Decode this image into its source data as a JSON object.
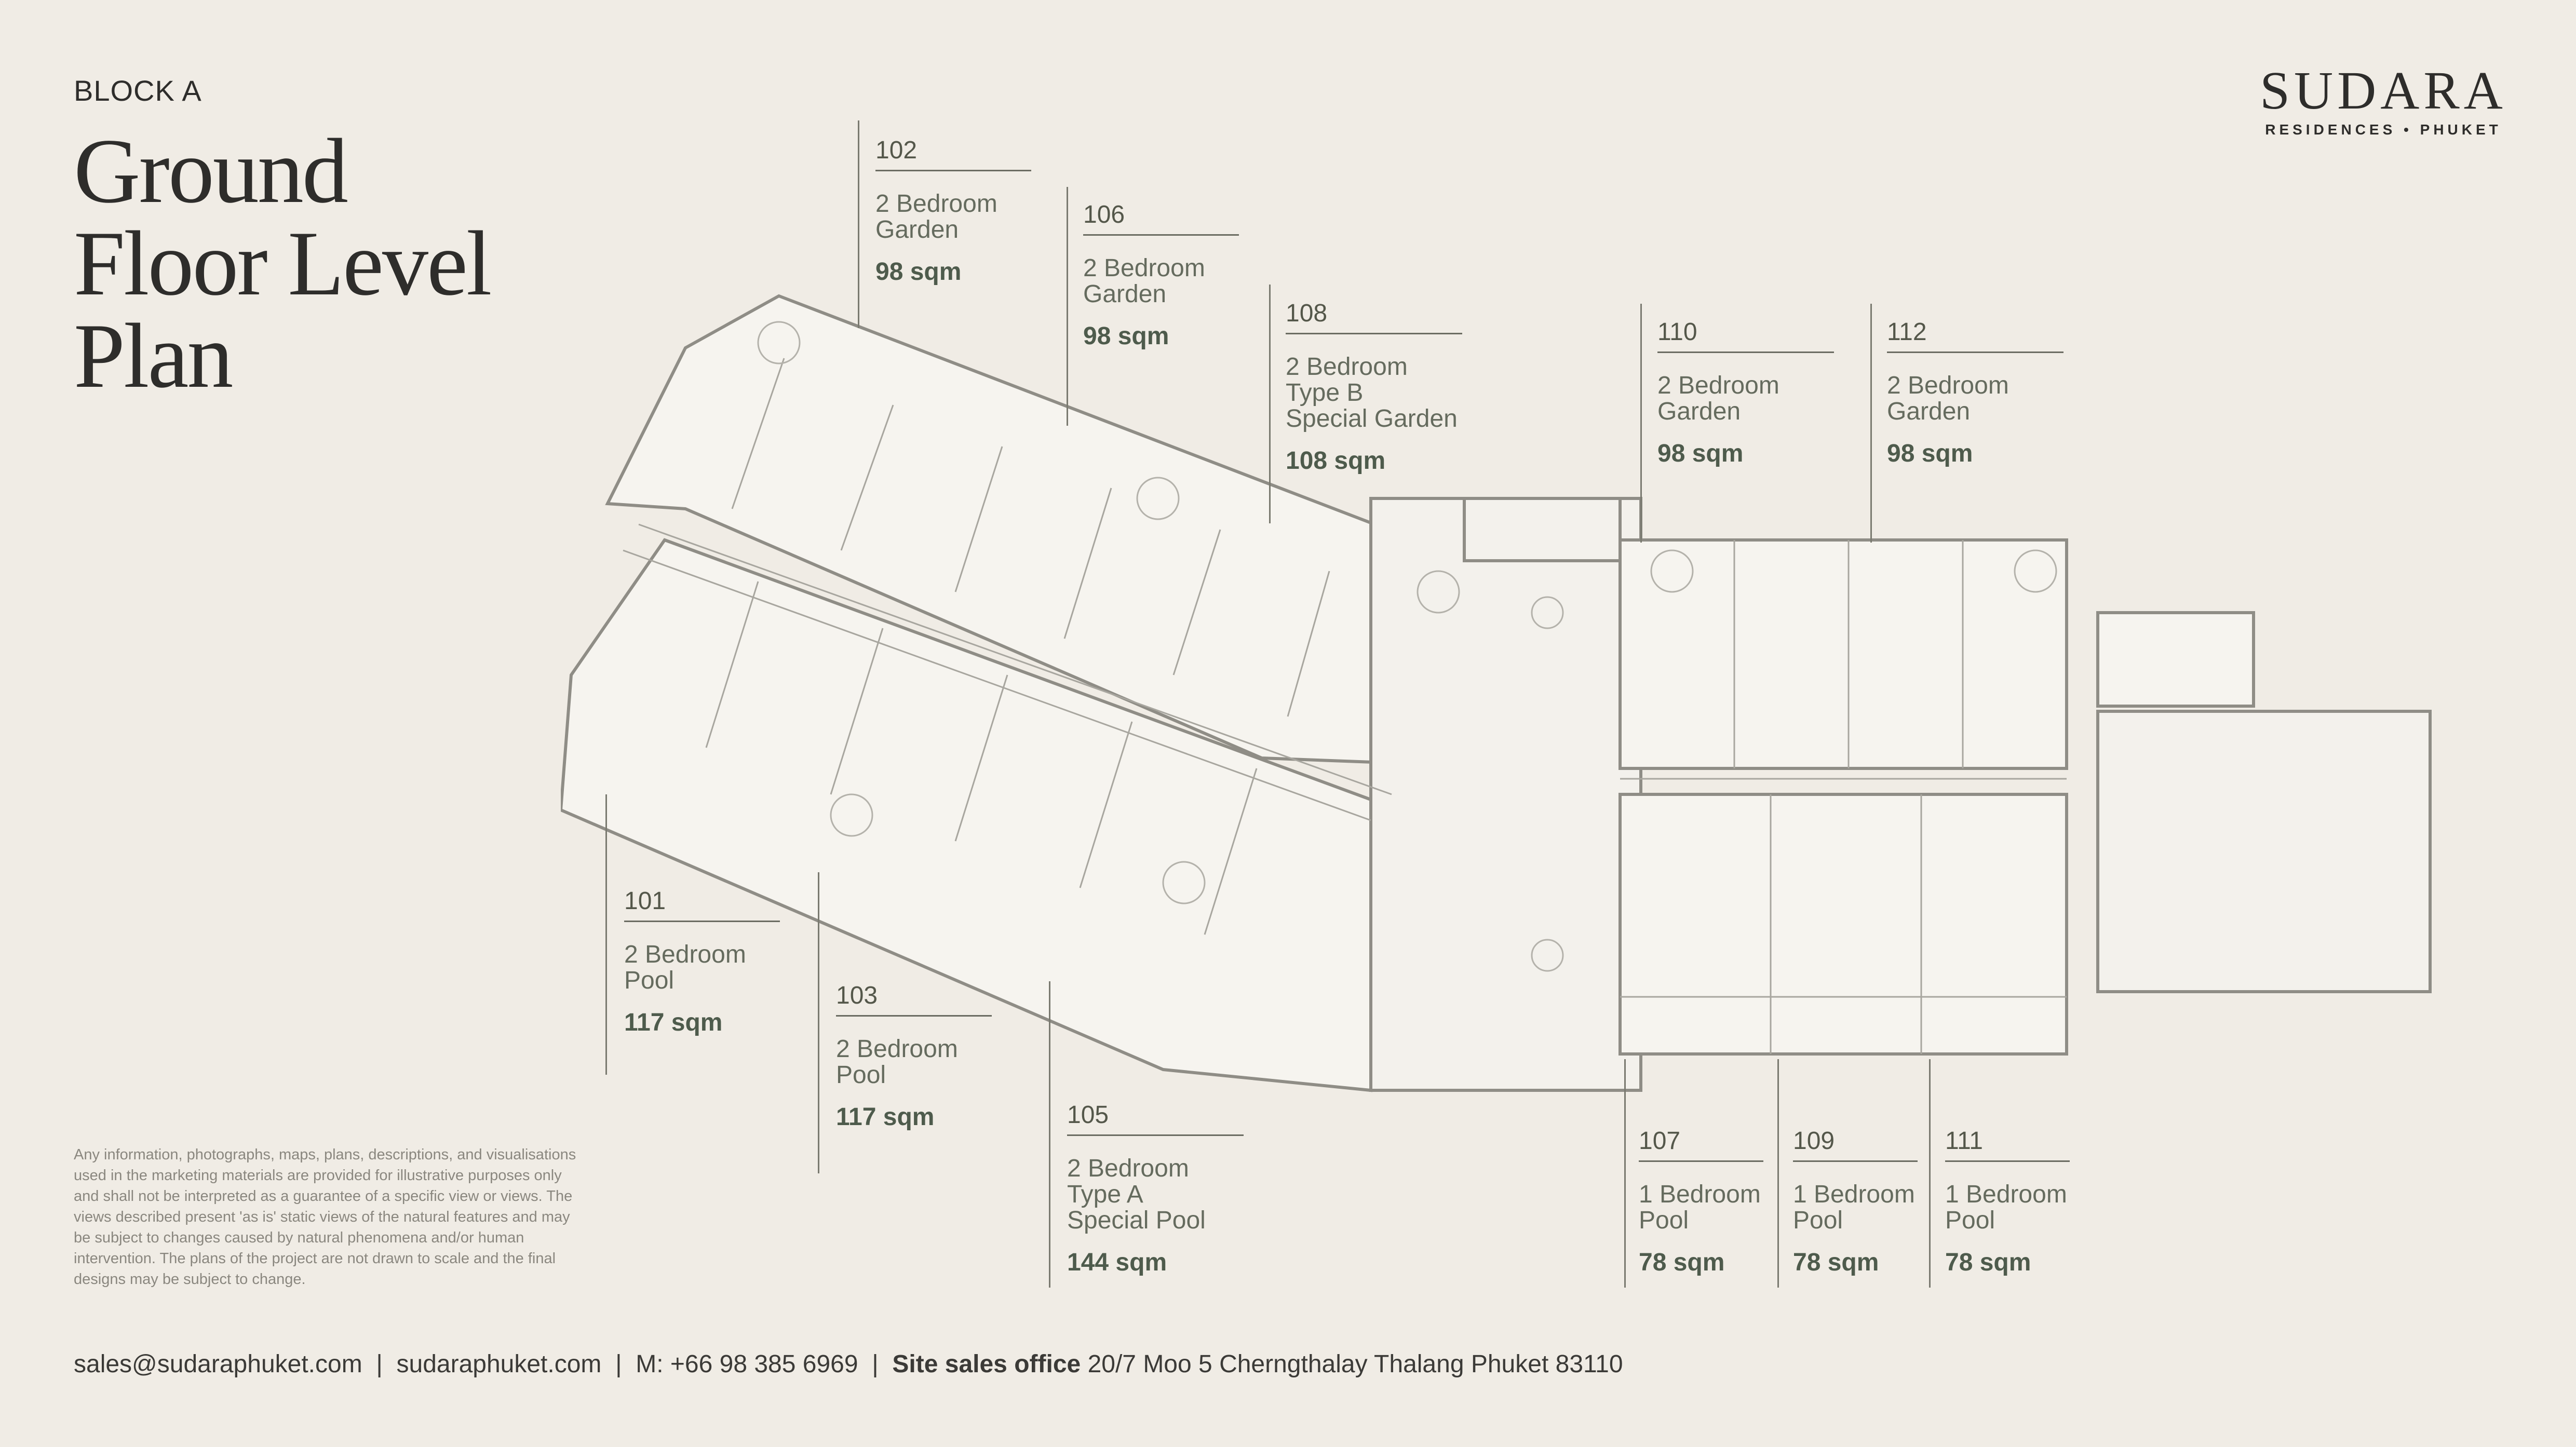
{
  "header": {
    "block": "BLOCK A",
    "title_lines": [
      "Ground",
      "Floor Level",
      "Plan"
    ]
  },
  "logo": {
    "name": "SUDARA",
    "tagline": "RESIDENCES • PHUKET"
  },
  "units": [
    {
      "number": "102",
      "desc": [
        "2 Bedroom",
        "Garden"
      ],
      "area": "98 sqm"
    },
    {
      "number": "106",
      "desc": [
        "2 Bedroom",
        "Garden"
      ],
      "area": "98 sqm"
    },
    {
      "number": "108",
      "desc": [
        "2 Bedroom",
        "Type B",
        "Special Garden"
      ],
      "area": "108 sqm"
    },
    {
      "number": "110",
      "desc": [
        "2 Bedroom",
        "Garden"
      ],
      "area": "98 sqm"
    },
    {
      "number": "112",
      "desc": [
        "2 Bedroom",
        "Garden"
      ],
      "area": "98 sqm"
    },
    {
      "number": "101",
      "desc": [
        "2 Bedroom",
        "Pool"
      ],
      "area": "117 sqm"
    },
    {
      "number": "103",
      "desc": [
        "2 Bedroom",
        "Pool"
      ],
      "area": "117 sqm"
    },
    {
      "number": "105",
      "desc": [
        "2 Bedroom",
        "Type A",
        "Special Pool"
      ],
      "area": "144 sqm"
    },
    {
      "number": "107",
      "desc": [
        "1 Bedroom",
        "Pool"
      ],
      "area": "78 sqm"
    },
    {
      "number": "109",
      "desc": [
        "1 Bedroom",
        "Pool"
      ],
      "area": "78 sqm"
    },
    {
      "number": "111",
      "desc": [
        "1 Bedroom",
        "Pool"
      ],
      "area": "78 sqm"
    }
  ],
  "disclaimer": "Any information, photographs, maps, plans, descriptions, and visualisations used in the marketing materials are provided for illustrative purposes only and shall not be interpreted as a guarantee of a specific view or views. The views described present 'as is' static views of the natural features and may be subject to changes caused by natural phenomena and/or human intervention. The plans of the project are not drawn to scale and the final designs may be subject to change.",
  "footer": {
    "email": "sales@sudaraphuket.com",
    "sep1": "|",
    "website": "sudaraphuket.com",
    "sep2": "|",
    "phone": "M: +66 98 385 6969",
    "sep3": "|",
    "office_label": "Site sales office",
    "office_address": "20/7 Moo 5 Cherngthalay Thalang Phuket 83110"
  },
  "colors": {
    "background": "#f0ece5",
    "text": "#2e2d2b",
    "accent_green": "#4e5b4c",
    "plan_line": "#8f8d86"
  }
}
